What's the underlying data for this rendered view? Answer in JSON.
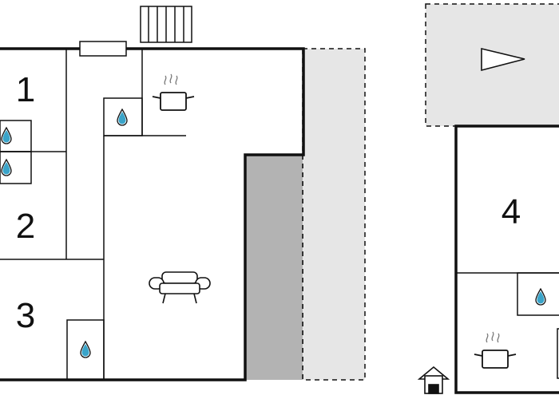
{
  "colors": {
    "wall": "#111111",
    "terrace": "#e6e6e6",
    "covered_area": "#b3b3b3",
    "water": "#3aa4c9",
    "background": "#ffffff"
  },
  "rooms": [
    {
      "number": "1"
    },
    {
      "number": "2"
    },
    {
      "number": "3"
    },
    {
      "number": "4"
    }
  ],
  "icons": [
    "water-drop-icon",
    "cooking-pot-icon",
    "sofa-icon",
    "radiator-icon",
    "window-icon",
    "play-direction-icon",
    "house-icon"
  ]
}
